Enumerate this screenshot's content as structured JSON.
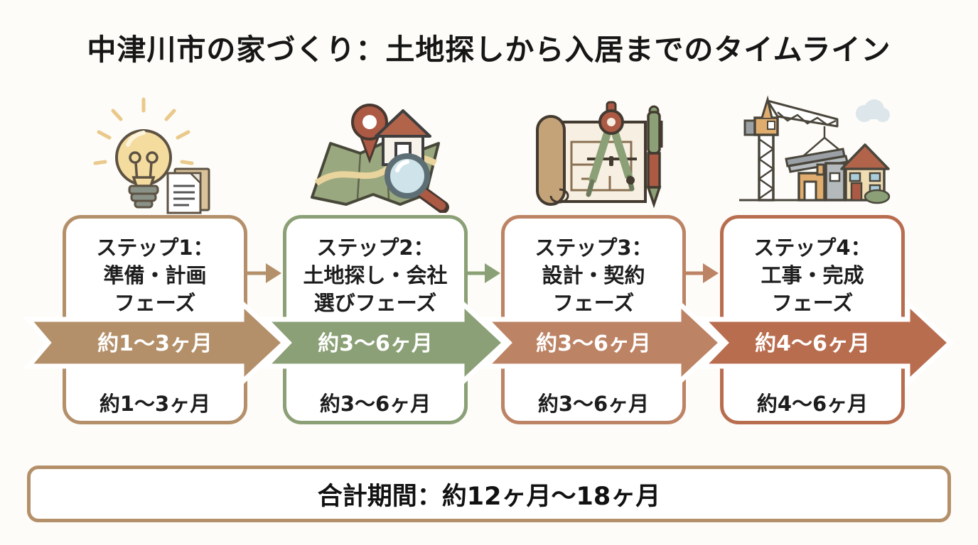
{
  "title": "中津川市の家づくり：土地探しから入居までのタイムライン",
  "steps": [
    {
      "icon": "lightbulb-documents-icon",
      "title_lines": [
        "ステップ1：",
        "準備・計画",
        "フェーズ"
      ],
      "arrow_label": "約1〜3ヶ月",
      "box_duration": "約1〜3ヶ月",
      "color": "#b4906a"
    },
    {
      "icon": "map-pin-search-icon",
      "title_lines": [
        "ステップ2：",
        "土地探し・会社",
        "選びフェーズ"
      ],
      "arrow_label": "約3〜6ヶ月",
      "box_duration": "約3〜6ヶ月",
      "color": "#8ba076"
    },
    {
      "icon": "blueprint-compass-pen-icon",
      "title_lines": [
        "ステップ3：",
        "設計・契約",
        "フェーズ"
      ],
      "arrow_label": "約3〜6ヶ月",
      "box_duration": "約3〜6ヶ月",
      "color": "#bd8365"
    },
    {
      "icon": "crane-house-construction-icon",
      "title_lines": [
        "ステップ4：",
        "工事・完成",
        "フェーズ"
      ],
      "arrow_label": "約4〜6ヶ月",
      "box_duration": "約4〜6ヶ月",
      "color": "#b96d4f"
    }
  ],
  "total": {
    "label": "合計期間：約12ヶ月〜18ヶ月",
    "border_color": "#b4906a"
  },
  "colors": {
    "background": "#fdfcf8",
    "step1_tan": "#b4906a",
    "step2_sage": "#8ba076",
    "step3_terracotta": "#bd8365",
    "step4_rust": "#b96d4f",
    "arrow_text": "#ffffff",
    "text": "#1d1d1d"
  }
}
